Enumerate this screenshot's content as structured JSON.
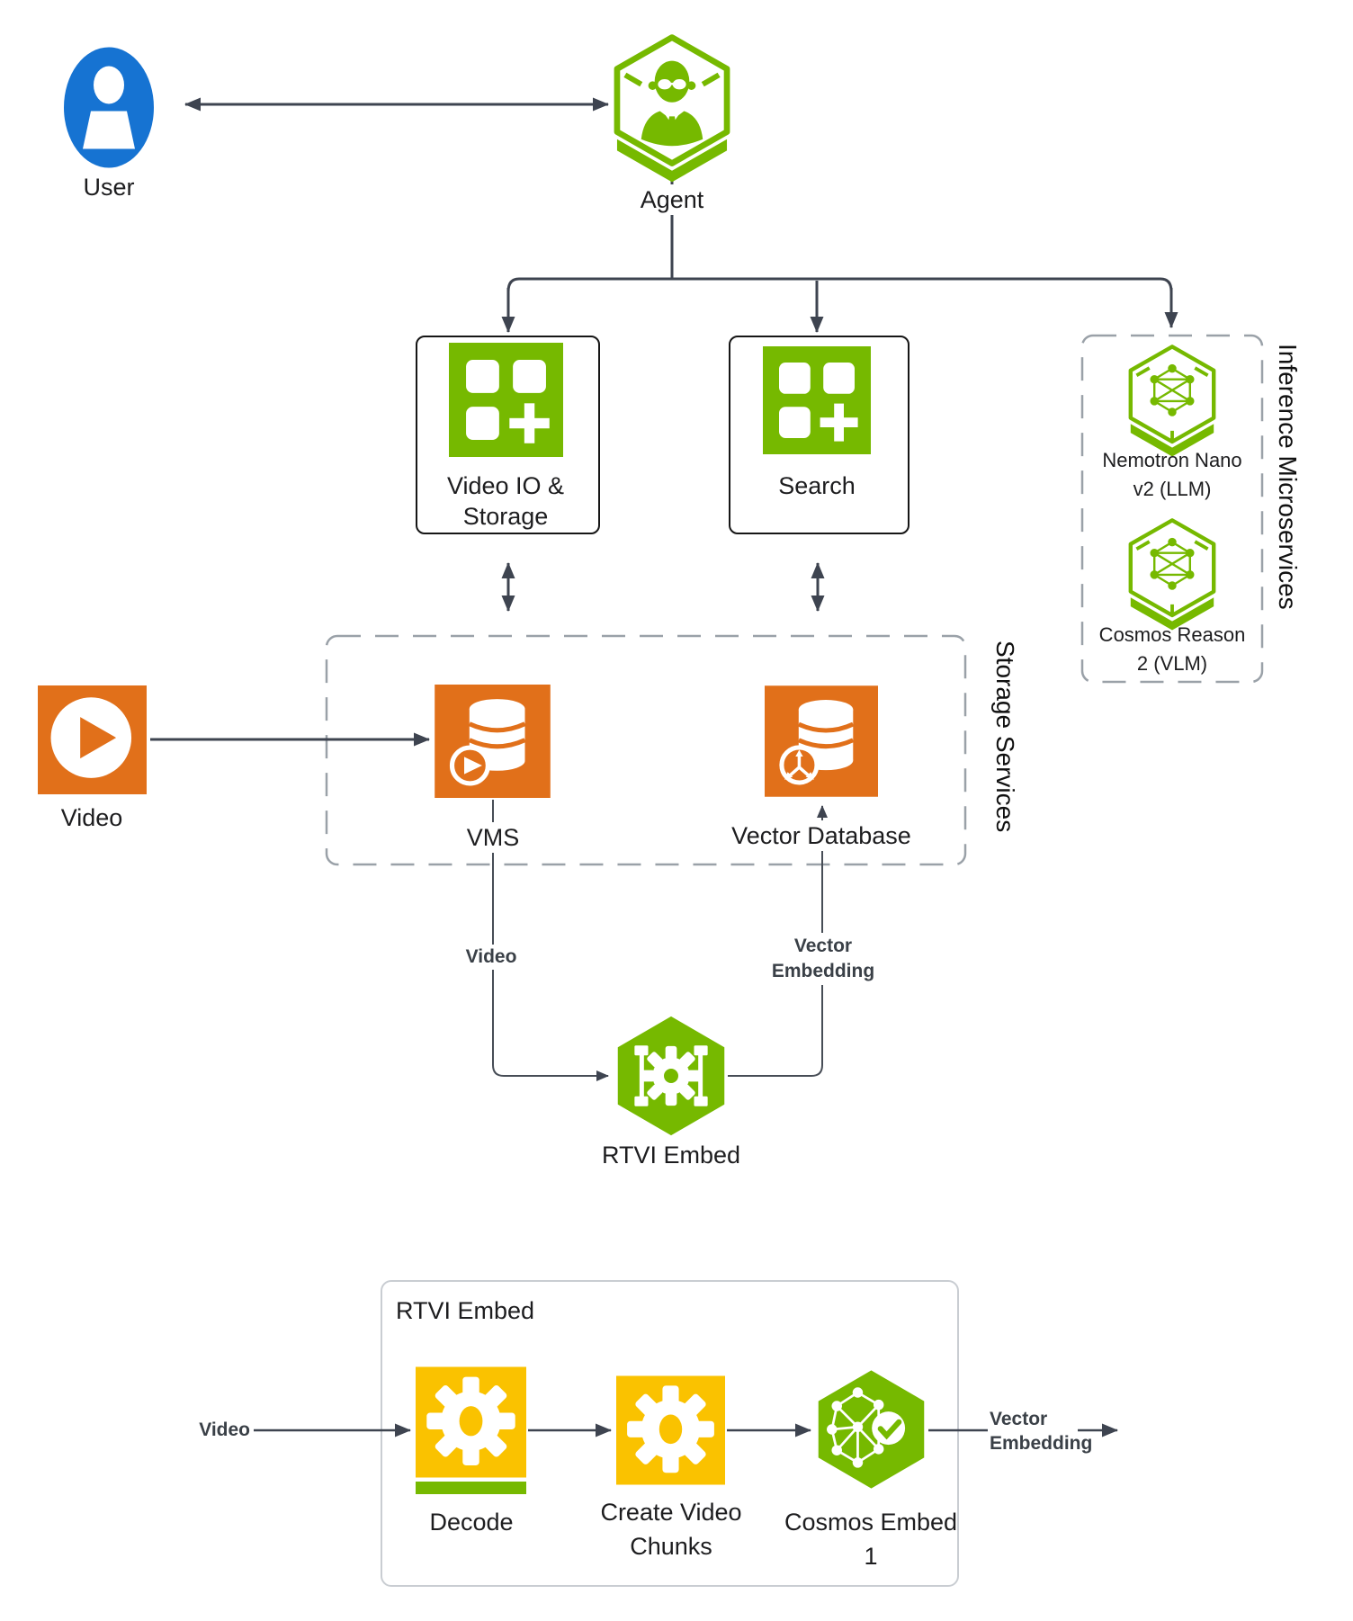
{
  "diagram": {
    "top": {
      "user": "User",
      "agent": "Agent"
    },
    "services": {
      "video_io_line1": "Video IO &",
      "video_io_line2": "Storage",
      "search": "Search"
    },
    "inference_group": {
      "title": "Inference Microservices",
      "nemotron_line1": "Nemotron Nano",
      "nemotron_line2": "v2 (LLM)",
      "cosmos_reason_line1": "Cosmos Reason",
      "cosmos_reason_line2": "2 (VLM)"
    },
    "storage_group": {
      "title": "Storage Services",
      "vms": "VMS",
      "vector_database": "Vector Database"
    },
    "video_source": "Video",
    "flow_mid": {
      "video_edge": "Video",
      "vector_edge_line1": "Vector",
      "vector_edge_line2": "Embedding",
      "rtvi_embed": "RTVI Embed"
    },
    "pipeline": {
      "title": "RTVI Embed",
      "video_in": "Video",
      "decode": "Decode",
      "create_chunks_line1": "Create Video",
      "create_chunks_line2": "Chunks",
      "cosmos_embed_line1": "Cosmos Embed",
      "cosmos_embed_line2": "1",
      "vector_out_line1": "Vector",
      "vector_out_line2": "Embedding"
    },
    "colors": {
      "nvidia_green": "#76B900",
      "orange": "#E1701A",
      "yellow": "#FAC200",
      "blue": "#1673D2",
      "arrow": "#3E4450",
      "dashed_border": "#9AA1A8",
      "container_border": "#C9CDD2",
      "text": "#1D1D1F"
    },
    "icons": {
      "user": "user-person-icon",
      "agent": "agent-avatar-hexagon-icon",
      "video_io": "app-grid-plus-icon",
      "search": "app-grid-plus-icon",
      "nim": "nim-hexagon-neural-network-icon",
      "vms": "database-play-icon",
      "vector_db": "database-vector-arrows-icon",
      "video": "video-play-icon",
      "rtvi": "hexagon-gear-embed-icon",
      "decode": "gear-icon",
      "create_chunks": "gear-icon",
      "cosmos_embed": "hexagon-neural-check-icon"
    }
  }
}
